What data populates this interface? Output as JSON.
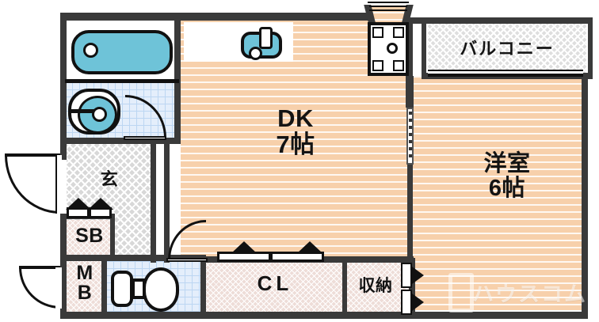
{
  "plan": {
    "type": "japanese-apartment-floorplan",
    "layout_name": "1DK",
    "colors": {
      "floor": "#f7d0ab",
      "wall": "#3a3a3a",
      "water_fixture": "#6ec3d8",
      "tile": "#e4eefb",
      "closet": "#eeddd8",
      "balcony": "#dedede",
      "text": "#141414"
    },
    "rooms": [
      {
        "id": "dk",
        "label_line1": "DK",
        "label_line2": "7帖"
      },
      {
        "id": "washitsu",
        "label_line1": "洋室",
        "label_line2": "6帖"
      },
      {
        "id": "balcony",
        "label_line1": "バルコニー",
        "label_line2": ""
      },
      {
        "id": "genkan",
        "label_line1": "玄",
        "label_line2": ""
      },
      {
        "id": "sb",
        "label_line1": "SB",
        "label_line2": ""
      },
      {
        "id": "mb",
        "label_line1": "M",
        "label_line2": "B"
      },
      {
        "id": "cl",
        "label_line1": "CL",
        "label_line2": ""
      },
      {
        "id": "storage",
        "label_line1": "収納",
        "label_line2": ""
      }
    ],
    "labels": {
      "dk_name": "DK",
      "dk_size": "7帖",
      "room_name": "洋室",
      "room_size": "6帖",
      "balcony": "バルコニー",
      "genkan": "玄",
      "shoe_box": "SB",
      "meter_box_l1": "M",
      "meter_box_l2": "B",
      "closet": "CL",
      "storage": "収納"
    },
    "fixtures": [
      {
        "name": "bathtub",
        "room": "bathroom"
      },
      {
        "name": "washbasin",
        "room": "washroom"
      },
      {
        "name": "kitchen-sink",
        "room": "dk"
      },
      {
        "name": "toilet",
        "room": "toilet"
      },
      {
        "name": "bay-window",
        "room": "dk"
      }
    ],
    "watermark": "ハウスコム"
  }
}
